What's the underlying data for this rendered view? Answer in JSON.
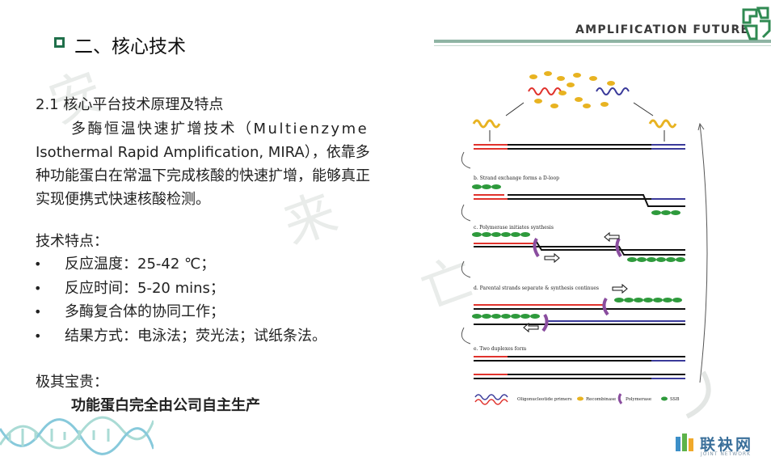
{
  "header": {
    "title": "二、核心技术",
    "brand_tag": "AMPLIFICATION FUTURE"
  },
  "section": {
    "heading": "2.1 核心平台技术原理及特点",
    "para_line1_cn": "多酶恒温快速扩增技术（",
    "para_line1_en": "Multienzyme",
    "para_line2": "Isothermal Rapid Amplification, MIRA），依靠多",
    "para_line3": "种功能蛋白在常温下完成核酸的快速扩增，能够真正",
    "para_line4": "实现便携式快速核酸检测。"
  },
  "features": {
    "heading": "技术特点：",
    "items": [
      "反应温度：25-42 ℃；",
      "反应时间：5-20 mins；",
      "多酶复合体的协同工作；",
      "结果方式：电泳法；荧光法；试纸条法。"
    ],
    "bullet": "•"
  },
  "precious": {
    "heading": "极其宝贵：",
    "highlight": "功能蛋白完全由公司自主生产"
  },
  "diagram": {
    "step_b": "b. Strand exchange forms a D-loop",
    "step_c": "c. Polymerase initiates synthesis",
    "step_d": "d. Parental strands separate & synthesis continues",
    "step_e": "e. Two duplexes form",
    "legend_primers": "Oligonucleotide primers",
    "legend_recombinase": "Recombinase",
    "legend_polymerase": "Polymerase",
    "legend_ssb": "SSB"
  },
  "footer": {
    "name": "联袂网",
    "sub": "JOINT NETWORK"
  },
  "colors": {
    "accent_green": "#1f6f4a",
    "rule": "#8fb4a4",
    "primer_red": "#e0322c",
    "primer_blue": "#3a3a9a",
    "recombinase": "#e8b321",
    "polymerase": "#8a4d9f",
    "ssb": "#2e9a3c"
  }
}
